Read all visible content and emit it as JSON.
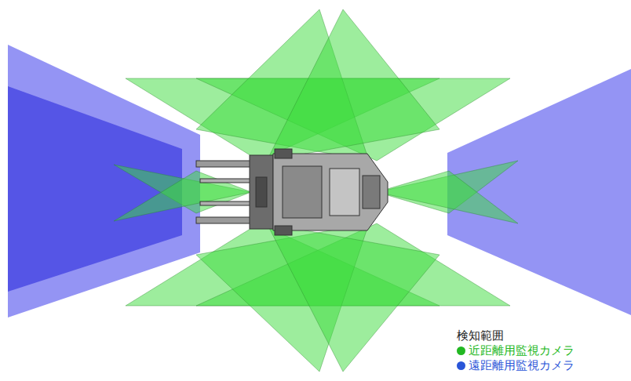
{
  "diagram": {
    "labels": [
      "検知範囲"
    ],
    "legend": [
      {
        "text": "近距離用監視カメラ",
        "color": "#22b822"
      },
      {
        "text": "遠距離用監視カメラ",
        "color": "#2a55d8"
      }
    ]
  }
}
